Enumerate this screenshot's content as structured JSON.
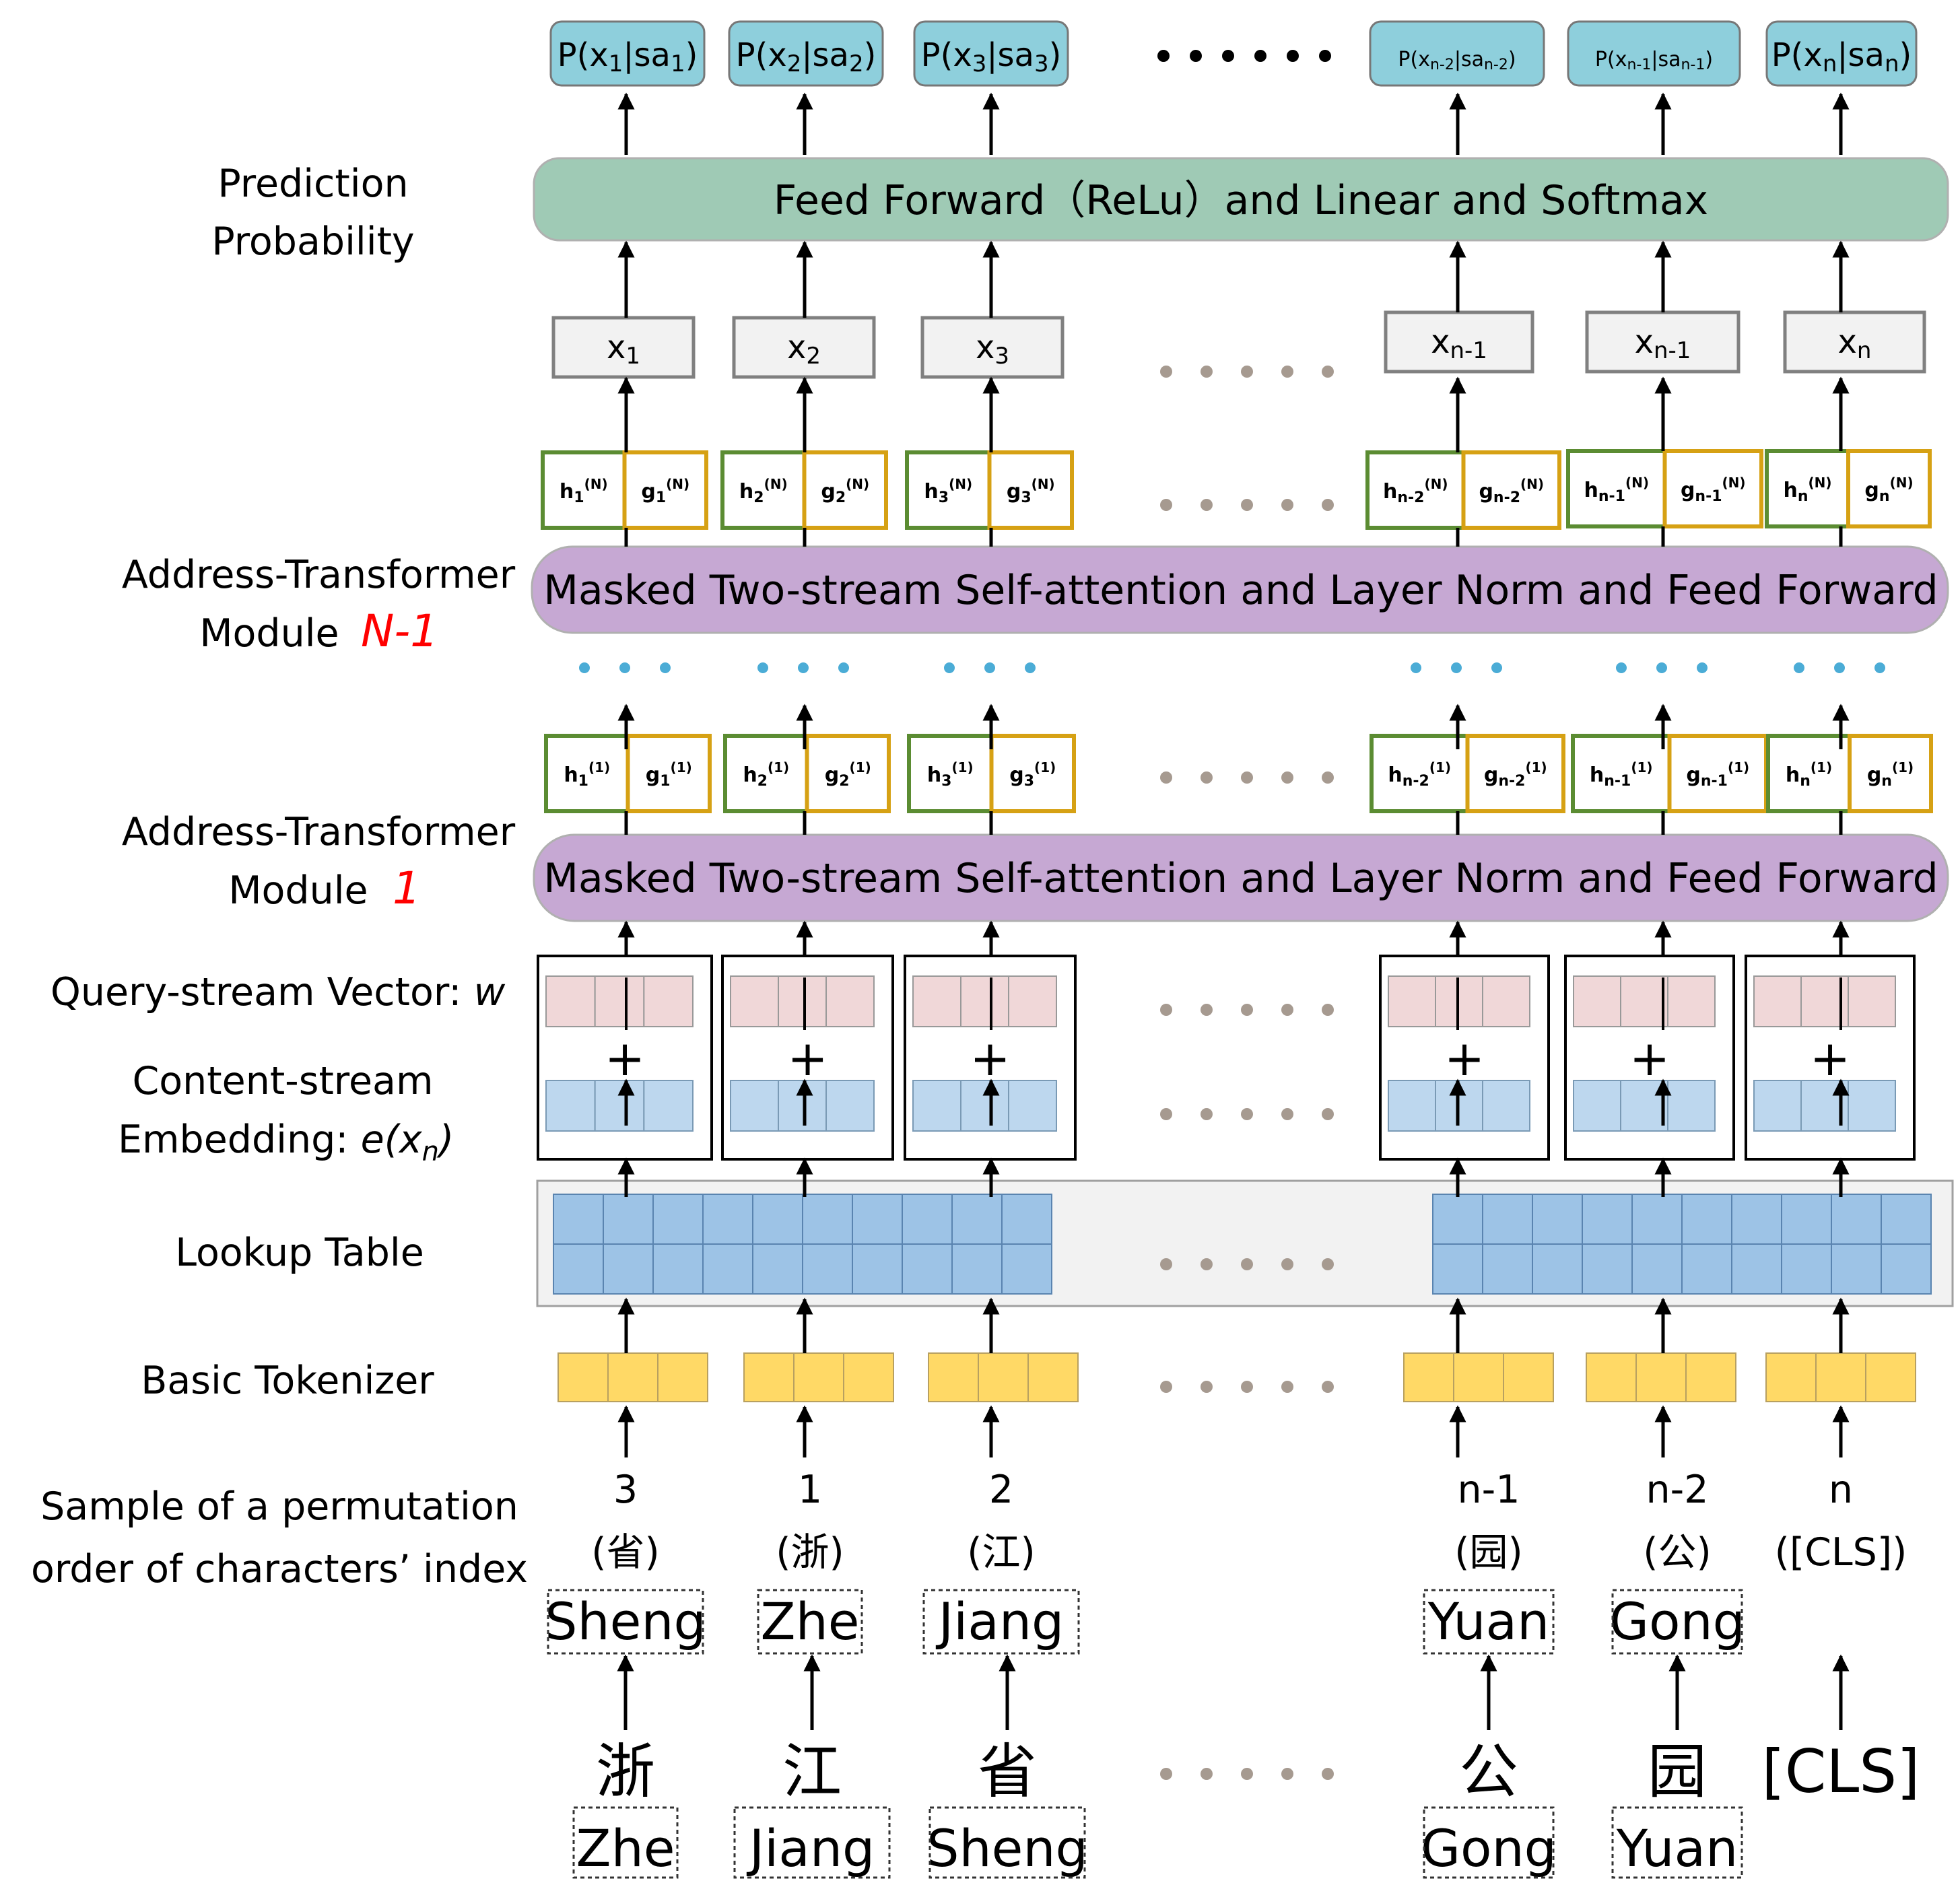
{
  "left_labels": {
    "prediction_1": "Prediction",
    "prediction_2": "Probability",
    "module_top_1": "Address-Transformer",
    "module_top_2": "Module",
    "module_top_n": "N-1",
    "module_bottom_1": "Address-Transformer",
    "module_bottom_2": "Module",
    "module_bottom_n": "1",
    "query_stream": "Query-stream Vector: ",
    "query_stream_var": "w",
    "content_stream_1": "Content-stream",
    "content_stream_2": "Embedding: ",
    "content_stream_var": "e(x",
    "content_stream_sub": "n",
    "content_stream_close": ")",
    "lookup_table": "Lookup Table",
    "basic_tokenizer": "Basic Tokenizer",
    "permutation_1": "Sample of a permutation",
    "permutation_2": "order of characters’ index"
  },
  "bars": {
    "feed_forward": "Feed Forward（ReLu）and Linear and Softmax",
    "attention_top": "Masked Two-stream Self-attention  and  Layer Norm and Feed Forward",
    "attention_bottom": "Masked Two-stream Self-attention  and Layer Norm and Feed Forward"
  },
  "outputs": [
    {
      "main": "P(x",
      "sub": "1",
      "mid": "|sa",
      "sub2": "1",
      "end": ")"
    },
    {
      "main": "P(x",
      "sub": "2",
      "mid": "|sa",
      "sub2": "2",
      "end": ")"
    },
    {
      "main": "P(x",
      "sub": "3",
      "mid": "|sa",
      "sub2": "3",
      "end": ")"
    },
    {
      "main": "P(x",
      "sub": "n-2",
      "mid": "|sa",
      "sub2": "n-2",
      "end": ")"
    },
    {
      "main": "P(x",
      "sub": "n-1",
      "mid": "|sa",
      "sub2": "n-1",
      "end": ")"
    },
    {
      "main": "P(x",
      "sub": "n",
      "mid": "|sa",
      "sub2": "n",
      "end": ")"
    }
  ],
  "x_labels": [
    {
      "main": "x",
      "sub": "1"
    },
    {
      "main": "x",
      "sub": "2"
    },
    {
      "main": "x",
      "sub": "3"
    },
    {
      "main": "x",
      "sub": "n-1"
    },
    {
      "main": "x",
      "sub": "n-1"
    },
    {
      "main": "x",
      "sub": "n"
    }
  ],
  "hg_labels": [
    {
      "h": "h",
      "g": "g",
      "sub": "1"
    },
    {
      "h": "h",
      "g": "g",
      "sub": "2"
    },
    {
      "h": "h",
      "g": "g",
      "sub": "3"
    },
    {
      "h": "h",
      "g": "g",
      "sub": "n-2"
    },
    {
      "h": "h",
      "g": "g",
      "sub": "n-1"
    },
    {
      "h": "h",
      "g": "g",
      "sub": "n"
    }
  ],
  "layer_top_sup": "(N)",
  "layer_bottom_sup": "(1)",
  "plus": "+",
  "permutation": [
    {
      "index": "3",
      "char": "(省)",
      "pinyin": "Sheng"
    },
    {
      "index": "1",
      "char": "(浙)",
      "pinyin": "Zhe"
    },
    {
      "index": "2",
      "char": "(江)",
      "pinyin": "Jiang"
    },
    {
      "index": "n-1",
      "char": "(园)",
      "pinyin": "Yuan"
    },
    {
      "index": "n-2",
      "char": "(公)",
      "pinyin": "Gong"
    },
    {
      "index": "n",
      "char": "([CLS])",
      "pinyin": ""
    }
  ],
  "inputs": [
    {
      "char": "浙",
      "pinyin": "Zhe"
    },
    {
      "char": "江",
      "pinyin": "Jiang"
    },
    {
      "char": "省",
      "pinyin": "Sheng"
    },
    {
      "char": "公",
      "pinyin": "Gong"
    },
    {
      "char": "园",
      "pinyin": "Yuan"
    },
    {
      "char": "[CLS]",
      "pinyin": ""
    }
  ],
  "colors": {
    "output_box": "#8ecfdc",
    "feed_forward": "#9fcab5",
    "attention": "#c6a8d3",
    "h_border": "#5b8c32",
    "g_border": "#d6a114",
    "query_cell": "#f0d7d8",
    "content_cell": "#bdd7ee",
    "lookup_cell": "#9dc3e6",
    "lookup_panel": "#f2f2f2",
    "tokenizer_cell": "#ffd966",
    "dot_gray": "#a69a90",
    "dot_blue": "#4bacd6",
    "module_number": "#ff0000"
  }
}
